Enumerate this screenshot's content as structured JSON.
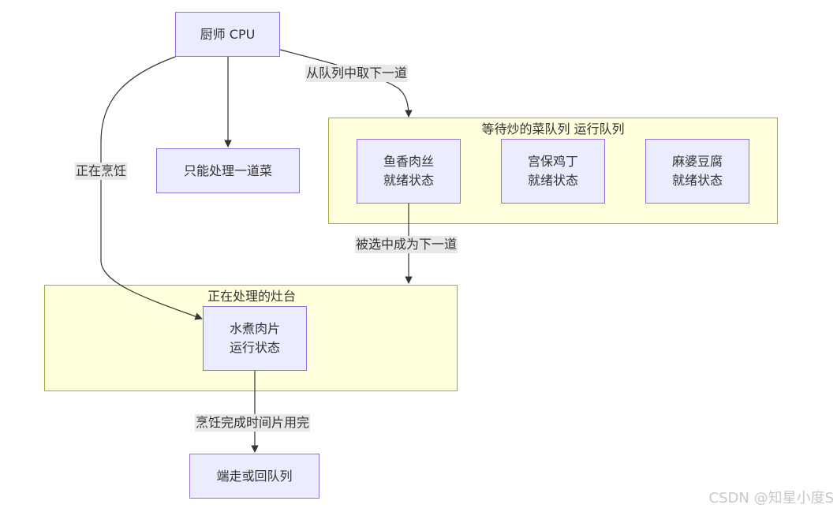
{
  "nodes": {
    "chef": {
      "label": "厨师 CPU"
    },
    "single": {
      "label": "只能处理一道菜"
    },
    "yuxiang": {
      "line1": "鱼香肉丝",
      "line2": "就绪状态"
    },
    "gongbao": {
      "line1": "宫保鸡丁",
      "line2": "就绪状态"
    },
    "mapo": {
      "line1": "麻婆豆腐",
      "line2": "就绪状态"
    },
    "shuizhu": {
      "line1": "水煮肉片",
      "line2": "运行状态"
    },
    "serve": {
      "label": "端走或回队列"
    }
  },
  "clusters": {
    "queue": {
      "title": "等待炒的菜队列 运行队列"
    },
    "stove": {
      "title": "正在处理的灶台"
    }
  },
  "edges": {
    "take_next": "从队列中取下一道",
    "cooking": "正在烹饪",
    "selected_next": "被选中成为下一道",
    "slice_done": "烹饪完成时间片用完"
  },
  "watermark": "CSDN @知星小度S",
  "colors": {
    "node_fill": "#ececff",
    "node_stroke": "#9370db",
    "cluster_fill": "#ffffde",
    "cluster_stroke": "#aaaa33",
    "edge": "#333333",
    "edge_label_bg": "#e8e8e8"
  }
}
